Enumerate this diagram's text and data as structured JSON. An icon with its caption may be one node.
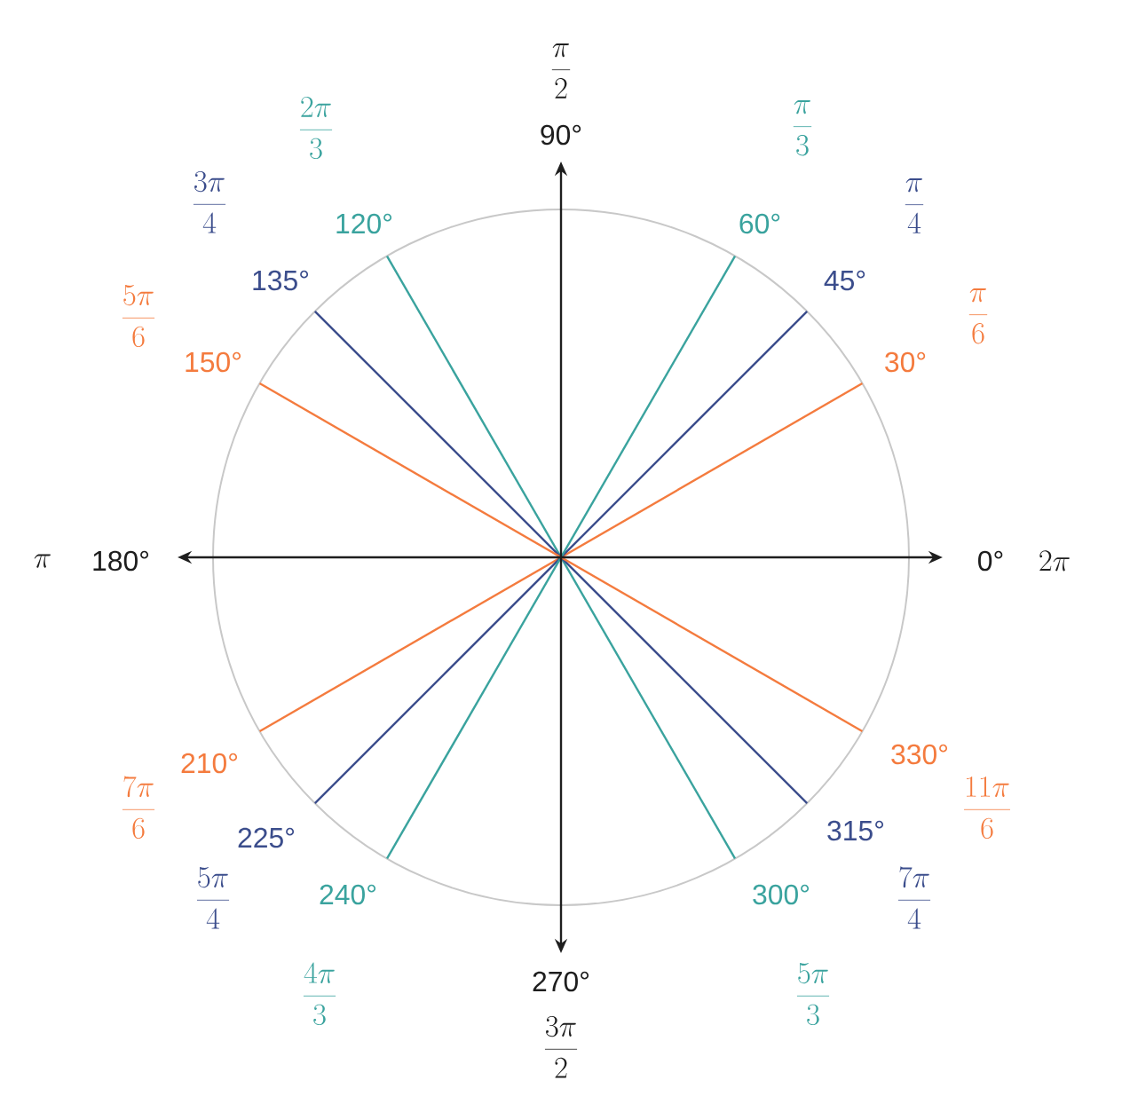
{
  "diagram": {
    "labels": [
      "\\frac{\\pi}{2}",
      "90°",
      "\\frac{2\\pi}{3}",
      "\\frac{\\pi}{3}",
      "120°",
      "60°",
      "\\frac{3\\pi}{4}",
      "\\frac{\\pi}{4}",
      "135°",
      "45°",
      "\\frac{5\\pi}{6}",
      "\\frac{\\pi}{6}",
      "150°",
      "30°",
      "\\pi",
      "180°",
      "0°",
      "2\\pi",
      "210°",
      "330°",
      "\\frac{7\\pi}{6}",
      "\\frac{11\\pi}{6}",
      "225°",
      "315°",
      "240°",
      "300°",
      "\\frac{5\\pi}{4}",
      "\\frac{7\\pi}{4}",
      "\\frac{4\\pi}{3}",
      "\\frac{5\\pi}{3}",
      "270°",
      "\\frac{3\\pi}{2}"
    ]
  }
}
